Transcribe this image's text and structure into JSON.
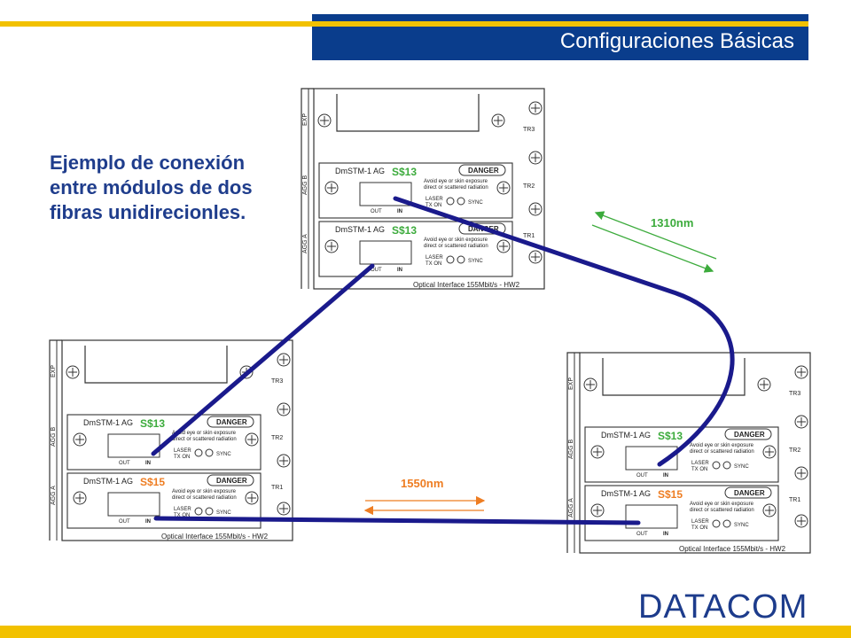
{
  "header": {
    "title": "Configuraciones Básicas"
  },
  "subtitle": {
    "lines": [
      "Ejemplo de conexión",
      "entre módulos de dos",
      "fibras unidirecionles."
    ]
  },
  "equipment": {
    "side_labels": {
      "exp": "EXP",
      "agg_b": "AGG B",
      "agg_a": "AGG A"
    },
    "tr_labels": {
      "tr3": "TR3",
      "tr2": "TR2",
      "tr1": "TR1"
    },
    "module_name": "DmSTM-1 AG",
    "danger_label": "DANGER",
    "warning_line1": "Avoid eye or skin exposure",
    "warning_line2": "direct or scattered radiation",
    "laser_label": "LASER",
    "tx_on_label": "TX ON",
    "sync_label": "SYNC",
    "out_label": "OUT",
    "in_label": "IN",
    "interface_label": "Optical Interface 155Mbit/s - HW2"
  },
  "modules": {
    "top_upper": "S$13",
    "top_lower": "S$13",
    "left_upper": "S$13",
    "left_lower": "S$15",
    "right_upper": "S$13",
    "right_lower": "S$15"
  },
  "wavelengths": {
    "w1310": "1310nm",
    "w1550": "1550nm"
  },
  "logo": {
    "text": "DATACOM"
  },
  "colors": {
    "brand_blue": "#0a3d8c",
    "accent_yellow": "#f2c100",
    "fiber_navy": "#1a1a8c",
    "green": "#3cab3c",
    "orange": "#ee7d22"
  }
}
